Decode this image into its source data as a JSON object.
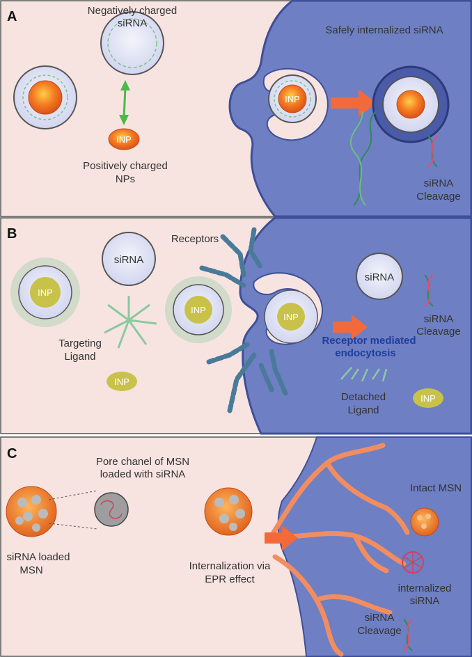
{
  "panels": {
    "a": {
      "letter": "A",
      "neg_label_1": "Negatively charged",
      "neg_label_2": "siRNA",
      "pos_label_1": "Positively charged",
      "pos_label_2": "NPs",
      "internalized_label": "Safely internalized siRNA",
      "cleavage_1": "siRNA",
      "cleavage_2": "Cleavage",
      "inp": "INP"
    },
    "b": {
      "letter": "B",
      "receptors": "Receptors",
      "sirna": "siRNA",
      "sirna_inside": "siRNA",
      "targeting_1": "Targeting",
      "targeting_2": "Ligand",
      "inp": "INP",
      "endocytosis_1": "Receptor mediated",
      "endocytosis_2": "endocytosis",
      "detached_1": "Detached",
      "detached_2": "Ligand",
      "cleavage_1": "siRNA",
      "cleavage_2": "Cleavage"
    },
    "c": {
      "letter": "C",
      "pore_1": "Pore chanel of MSN",
      "pore_2": "loaded with siRNA",
      "loaded_1": "siRNA loaded",
      "loaded_2": "MSN",
      "epr_1": "Internalization via",
      "epr_2": "EPR effect",
      "intact": "Intact MSN",
      "internalized_1": "internalized",
      "internalized_2": "siRNA",
      "cleavage_1": "siRNA",
      "cleavage_2": "Cleavage"
    }
  },
  "colors": {
    "extracellular": "#f7e4e0",
    "cell": "#6e7fc4",
    "cell_edge": "#3e4f9a",
    "nanoparticle": "#f07a2a",
    "vessel": "#f28d60",
    "arrow": "#f26a3a",
    "double_arrow": "#4cb848",
    "ligand": "#8cc8a0",
    "inp_pill": "#c8c24a"
  }
}
